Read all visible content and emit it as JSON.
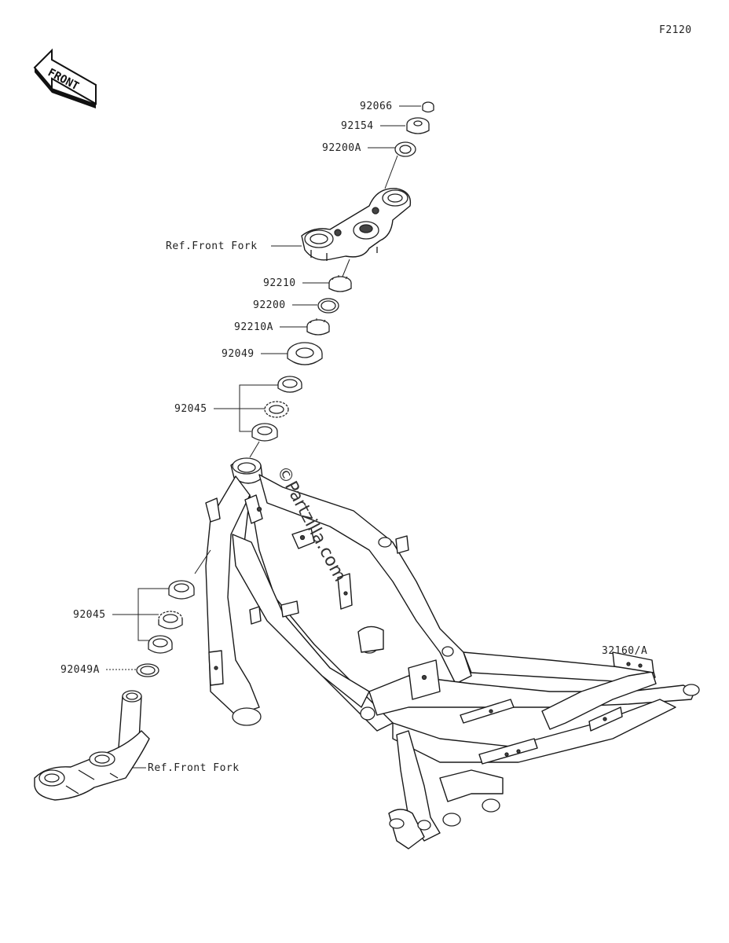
{
  "diagram_code": "F2120",
  "direction_label": "FRONT",
  "watermark": "©Partzilla.com",
  "callouts": [
    {
      "id": "92066",
      "label": "92066"
    },
    {
      "id": "92154",
      "label": "92154"
    },
    {
      "id": "92200A",
      "label": "92200A"
    },
    {
      "id": "ref-front-fork-top",
      "label": "Ref.Front Fork"
    },
    {
      "id": "92210",
      "label": "92210"
    },
    {
      "id": "92200",
      "label": "92200"
    },
    {
      "id": "92210A",
      "label": "92210A"
    },
    {
      "id": "92049",
      "label": "92049"
    },
    {
      "id": "92045-upper",
      "label": "92045"
    },
    {
      "id": "92045-lower",
      "label": "92045"
    },
    {
      "id": "92049A",
      "label": "92049A"
    },
    {
      "id": "ref-front-fork-bottom",
      "label": "Ref.Front Fork"
    },
    {
      "id": "32160A",
      "label": "32160/A"
    }
  ]
}
